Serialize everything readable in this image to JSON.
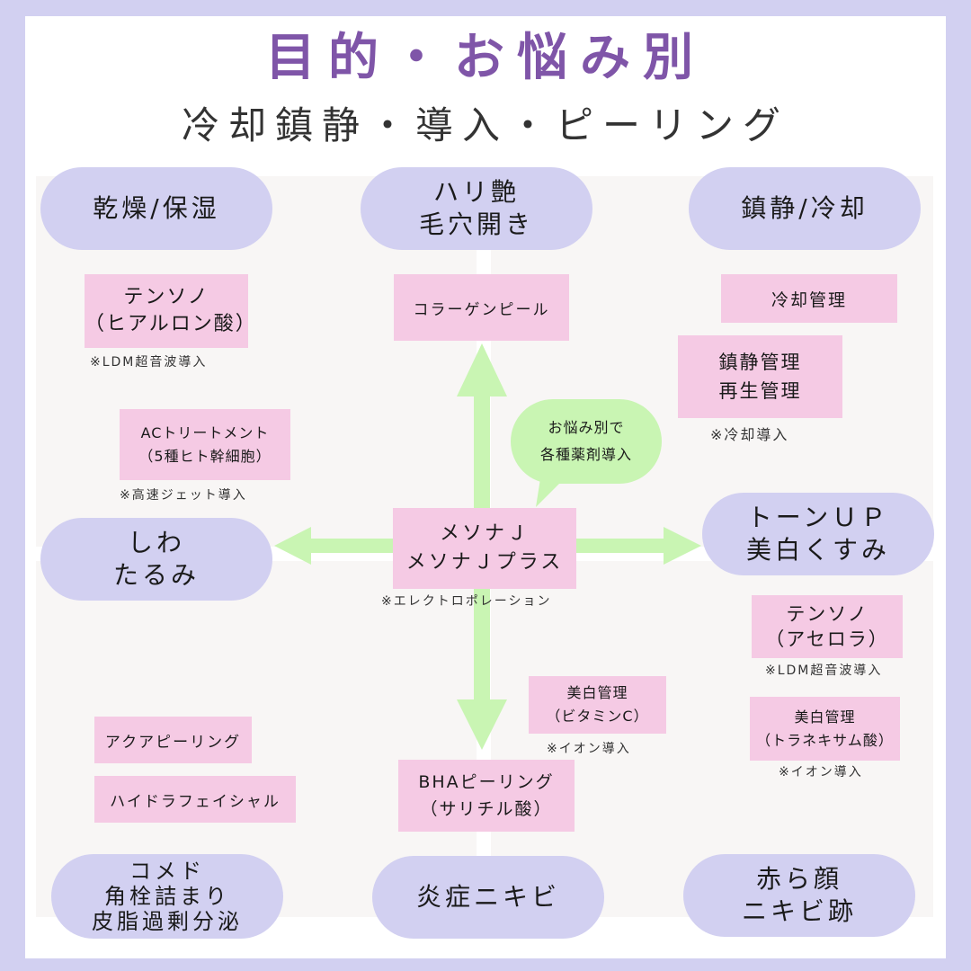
{
  "title": "目的・お悩み別",
  "subtitle": "冷却鎮静・導入・ピーリング",
  "center": {
    "label": "メソナＪ\nメソナＪプラス",
    "note": "※エレクトロポレーション"
  },
  "bubble": "お悩み別で\n各種薬剤導入",
  "concerns": {
    "dry": "乾燥/保湿",
    "firmness": "ハリ艶\n毛穴開き",
    "soothing": "鎮静/冷却",
    "wrinkles": "しわ\nたるみ",
    "tone": "トーンＵＰ\n美白くすみ",
    "comedone": "コメド\n角栓詰まり\n皮脂過剰分泌",
    "acne": "炎症ニキビ",
    "redness": "赤ら顔\nニキビ跡"
  },
  "treatments": {
    "tensono_ha": {
      "label": "テンソノ\n（ヒアルロン酸）",
      "note": "※LDM超音波導入"
    },
    "ac_treatment": {
      "label": "ACトリートメント\n（5種ヒト幹細胞）",
      "note": "※高速ジェット導入"
    },
    "collagen_peel": {
      "label": "コラーゲンピール"
    },
    "cooling_care": {
      "label": "冷却管理"
    },
    "soothing_care": {
      "label": "鎮静管理\n再生管理",
      "note": "※冷却導入"
    },
    "tensono_acerola": {
      "label": "テンソノ\n（アセロラ）",
      "note": "※LDM超音波導入"
    },
    "whitening_tranexamic": {
      "label": "美白管理\n（トラネキサム酸）",
      "note": "※イオン導入"
    },
    "whitening_vitc": {
      "label": "美白管理\n（ビタミンC）",
      "note": "※イオン導入"
    },
    "aqua_peeling": {
      "label": "アクアピーリング"
    },
    "hydrafacial": {
      "label": "ハイドラフェイシャル"
    },
    "bha_peeling": {
      "label": "BHAピーリング\n（サリチル酸）"
    }
  },
  "colors": {
    "border": "#d2d0f1",
    "title": "#7f55a8",
    "concern_pill": "#d2d0f1",
    "treatment_box": "#f5cae4",
    "arrow": "#c9f5b3"
  }
}
